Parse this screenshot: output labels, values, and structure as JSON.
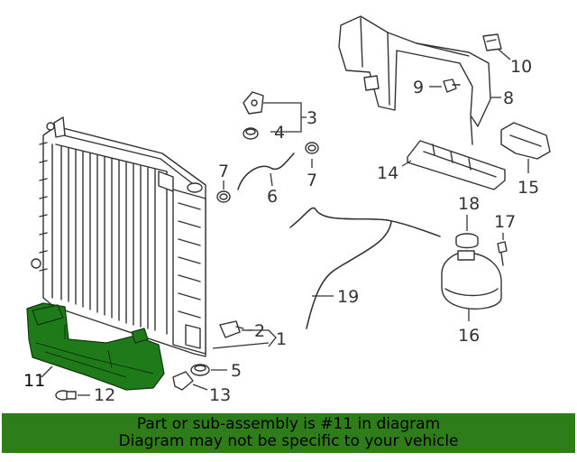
{
  "diagram": {
    "callouts": {
      "c1": "1",
      "c2": "2",
      "c3": "3",
      "c4": "4",
      "c5": "5",
      "c6": "6",
      "c7a": "7",
      "c7b": "7",
      "c8": "8",
      "c9": "9",
      "c10": "10",
      "c11": "11",
      "c12": "12",
      "c13": "13",
      "c14": "14",
      "c15": "15",
      "c16": "16",
      "c17": "17",
      "c18": "18",
      "c19": "19"
    },
    "highlighted_part": "11",
    "highlight_color": "#2e7d1a"
  },
  "banner": {
    "line1": "Part or sub-assembly is #11 in diagram",
    "line2": "Diagram may not be specific to your vehicle",
    "background": "#2e7d1a"
  }
}
